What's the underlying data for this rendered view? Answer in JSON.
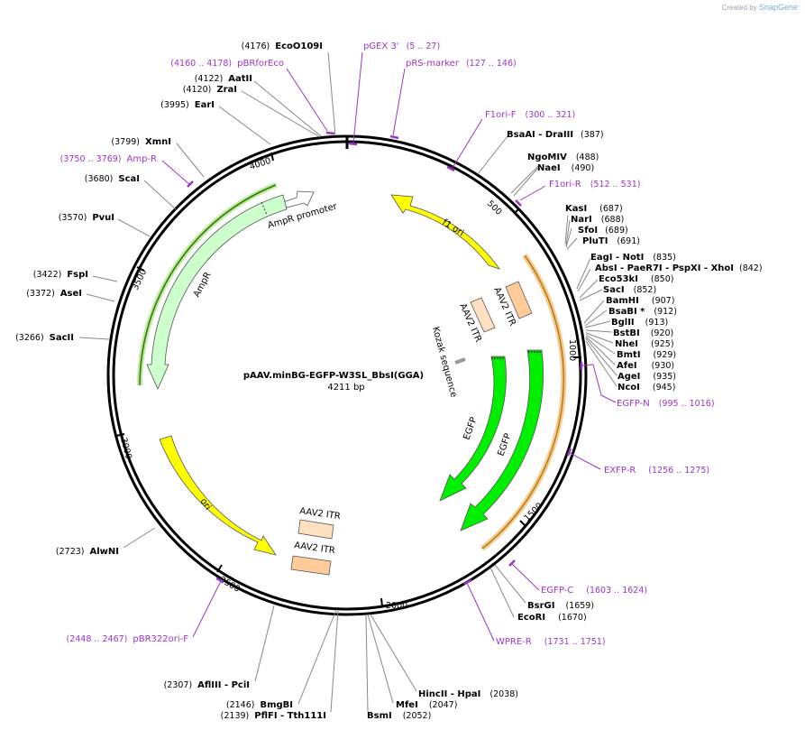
{
  "header": {
    "credit_prefix": "Created by",
    "credit_brand": "SnapGene"
  },
  "plasmid": {
    "name": "pAAV.minBG-EGFP-W3SL_BbsI(GGA)",
    "size_label": "4211 bp"
  },
  "ticks": [
    "500",
    "1000",
    "1500",
    "2000",
    "2500",
    "3000",
    "3500",
    "4000"
  ],
  "sites_left": [
    {
      "pos": "(4176)",
      "name": "EcoO109I"
    },
    {
      "pos": "(4122)",
      "name": "AatII"
    },
    {
      "pos": "(4120)",
      "name": "ZraI"
    },
    {
      "pos": "(3995)",
      "name": "EarI"
    },
    {
      "pos": "(3799)",
      "name": "XmnI"
    },
    {
      "pos": "(3680)",
      "name": "ScaI"
    },
    {
      "pos": "(3570)",
      "name": "PvuI"
    },
    {
      "pos": "(3422)",
      "name": "FspI"
    },
    {
      "pos": "(3372)",
      "name": "AseI"
    },
    {
      "pos": "(3266)",
      "name": "SacII"
    },
    {
      "pos": "(2723)",
      "name": "AlwNI"
    },
    {
      "pos": "(2307)",
      "name": "AflIII  - PciI"
    },
    {
      "pos": "(2146)",
      "name": "BmgBI"
    },
    {
      "pos": "(2139)",
      "name": "PflFI  - Tth111I"
    }
  ],
  "sites_right": [
    {
      "name": "BsaAI  - DraIII",
      "pos": "(387)"
    },
    {
      "name": "NgoMIV",
      "pos": "(488)"
    },
    {
      "name": "NaeI",
      "pos": "(490)"
    },
    {
      "name": "KasI",
      "pos": "(687)"
    },
    {
      "name": "NarI",
      "pos": "(688)"
    },
    {
      "name": "SfoI",
      "pos": "(689)"
    },
    {
      "name": "PluTI",
      "pos": "(691)"
    },
    {
      "name": "EagI  - NotI",
      "pos": "(835)"
    },
    {
      "name": "AbsI  - PaeR7I  - PspXI  - XhoI",
      "pos": "(842)"
    },
    {
      "name": "Eco53kI",
      "pos": "(850)"
    },
    {
      "name": "SacI",
      "pos": "(852)"
    },
    {
      "name": "BamHI",
      "pos": "(907)"
    },
    {
      "name": "BsaBI *",
      "pos": "(912)"
    },
    {
      "name": "BglII",
      "pos": "(913)"
    },
    {
      "name": "BstBI",
      "pos": "(920)"
    },
    {
      "name": "NheI",
      "pos": "(925)"
    },
    {
      "name": "BmtI",
      "pos": "(929)"
    },
    {
      "name": "AfeI",
      "pos": "(930)"
    },
    {
      "name": "AgeI",
      "pos": "(935)"
    },
    {
      "name": "NcoI",
      "pos": "(945)"
    },
    {
      "name": "BsrGI",
      "pos": "(1659)"
    },
    {
      "name": "EcoRI",
      "pos": "(1670)"
    },
    {
      "name": "HincII  - HpaI",
      "pos": "(2038)"
    },
    {
      "name": "MfeI",
      "pos": "(2047)"
    },
    {
      "name": "BsmI",
      "pos": "(2052)"
    }
  ],
  "primers": [
    {
      "name": "pBRforEco",
      "range": "(4160 .. 4178)"
    },
    {
      "name": "pGEX 3'",
      "range": "(5 .. 27)"
    },
    {
      "name": "pRS-marker",
      "range": "(127 .. 146)"
    },
    {
      "name": "F1ori-F",
      "range": "(300 .. 321)"
    },
    {
      "name": "F1ori-R",
      "range": "(512 .. 531)"
    },
    {
      "name": "Amp-R",
      "range": "(3750 .. 3769)"
    },
    {
      "name": "EGFP-N",
      "range": "(995 .. 1016)"
    },
    {
      "name": "EXFP-R",
      "range": "(1256 .. 1275)"
    },
    {
      "name": "EGFP-C",
      "range": "(1603 .. 1624)"
    },
    {
      "name": "WPRE-R",
      "range": "(1731 .. 1751)"
    },
    {
      "name": "pBR322ori-F",
      "range": "(2448 .. 2467)"
    }
  ],
  "features": [
    {
      "name": "f1 ori",
      "color": "#ffff00"
    },
    {
      "name": "AmpR promoter",
      "color": "#ffffff"
    },
    {
      "name": "AmpR",
      "color": "#ccffcc"
    },
    {
      "name": "ori",
      "color": "#ffff00"
    },
    {
      "name": "AAV2 ITR",
      "color": "#ffcc99"
    },
    {
      "name": "AAV2 ITR",
      "color": "#ffe0c0"
    },
    {
      "name": "AAV2 ITR",
      "color": "#ffe0c0"
    },
    {
      "name": "AAV2 ITR",
      "color": "#ffcc99"
    },
    {
      "name": "Kozak sequence",
      "color": "#999999"
    },
    {
      "name": "EGFP",
      "color": "#00ee00"
    },
    {
      "name": "EGFP",
      "color": "#00ee00"
    }
  ],
  "colors": {
    "primer": "#9b34c9",
    "backbone": "#000000",
    "highlight_orange": "#e8a53a",
    "highlight_green": "#2a7a00"
  }
}
